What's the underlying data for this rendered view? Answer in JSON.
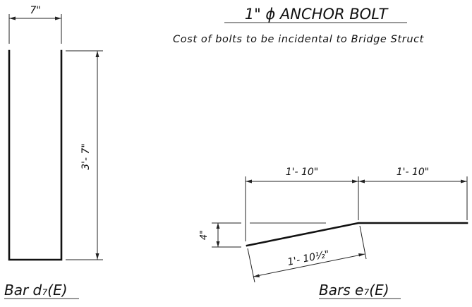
{
  "anchor_bolt": {
    "title": "1\" ϕ ANCHOR BOLT",
    "note": "Cost of bolts to be incidental to Bridge Struct"
  },
  "bar_d": {
    "width_dim": "7\"",
    "height_dim": "3'- 7\"",
    "label": "Bar d₇(E)"
  },
  "bars_e": {
    "left_run_dim": "1'- 10\"",
    "right_run_dim": "1'- 10\"",
    "rise_dim": "4\"",
    "slope_length_dim": "1'- 10½\"",
    "label": "Bars e₇(E)"
  }
}
